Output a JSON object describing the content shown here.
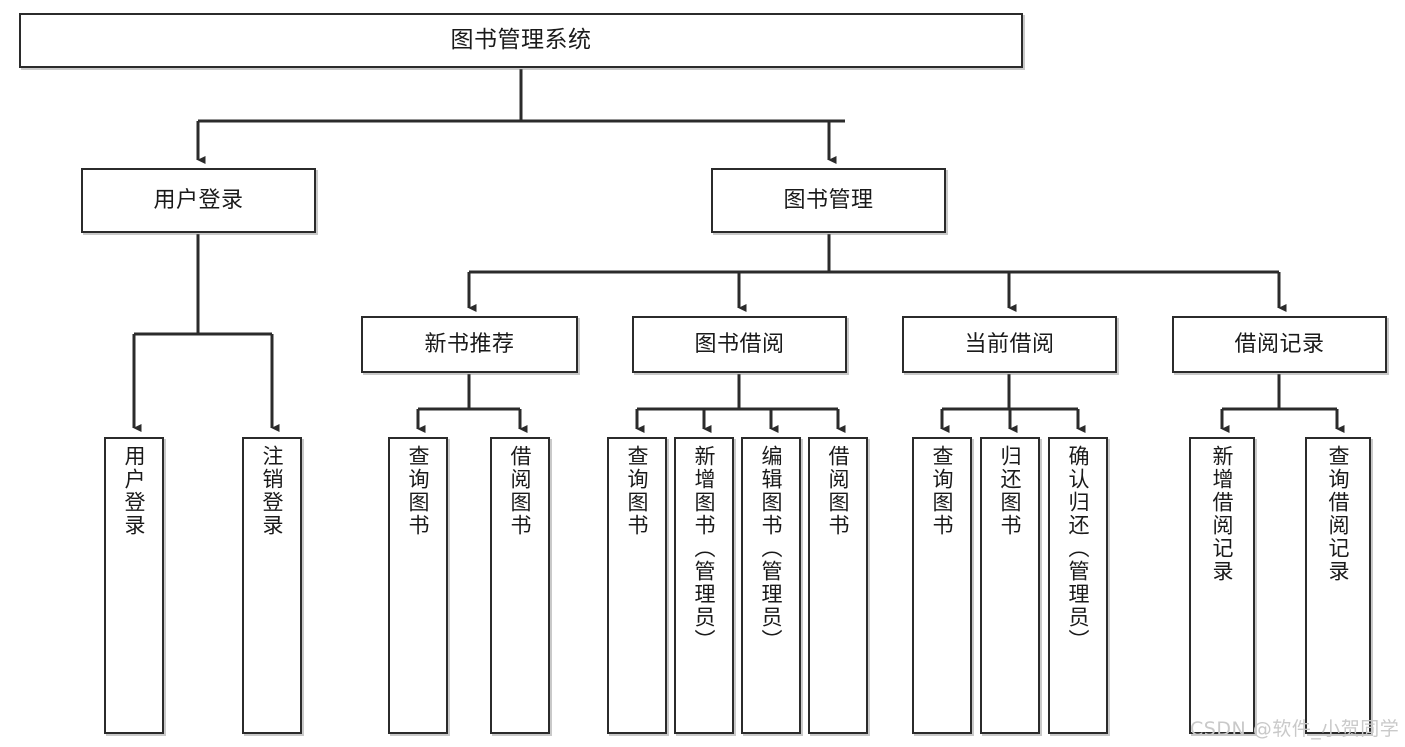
{
  "diagram": {
    "kind": "tree-hierarchy-chart",
    "root": {
      "id": "root",
      "label": "图书管理系统"
    },
    "level2": [
      {
        "id": "user-login",
        "label": "用户登录"
      },
      {
        "id": "book-management",
        "label": "图书管理"
      }
    ],
    "level3": [
      {
        "id": "new-book-recommend",
        "label": "新书推荐"
      },
      {
        "id": "book-borrow",
        "label": "图书借阅"
      },
      {
        "id": "current-borrow",
        "label": "当前借阅"
      },
      {
        "id": "borrow-record",
        "label": "借阅记录"
      }
    ],
    "leaves": {
      "user_login": [
        {
          "id": "leaf-user-login",
          "label": "用户登录"
        },
        {
          "id": "leaf-logout-login",
          "label": "注销登录"
        }
      ],
      "new_book_recommend": [
        {
          "id": "leaf-query-book-1",
          "label": "查询图书"
        },
        {
          "id": "leaf-borrow-book-1",
          "label": "借阅图书"
        }
      ],
      "book_borrow": [
        {
          "id": "leaf-query-book-2",
          "label": "查询图书"
        },
        {
          "id": "leaf-add-book",
          "label": "新增图书（管理员）"
        },
        {
          "id": "leaf-edit-book",
          "label": "编辑图书（管理员）"
        },
        {
          "id": "leaf-borrow-book-2",
          "label": "借阅图书"
        }
      ],
      "current_borrow": [
        {
          "id": "leaf-query-book-3",
          "label": "查询图书"
        },
        {
          "id": "leaf-return-book",
          "label": "归还图书"
        },
        {
          "id": "leaf-confirm-return",
          "label": "确认归还（管理员）"
        }
      ],
      "borrow_record": [
        {
          "id": "leaf-add-borrow-record",
          "label": "新增借阅记录"
        },
        {
          "id": "leaf-query-borrow-record",
          "label": "查询借阅记录"
        }
      ]
    }
  },
  "watermark": {
    "text": "CSDN @软件_小贺同学"
  },
  "colors": {
    "stroke": "#2b2b2b",
    "fill": "#ffffff",
    "text": "#1a1a1a",
    "watermark": "#c9c9c9"
  }
}
